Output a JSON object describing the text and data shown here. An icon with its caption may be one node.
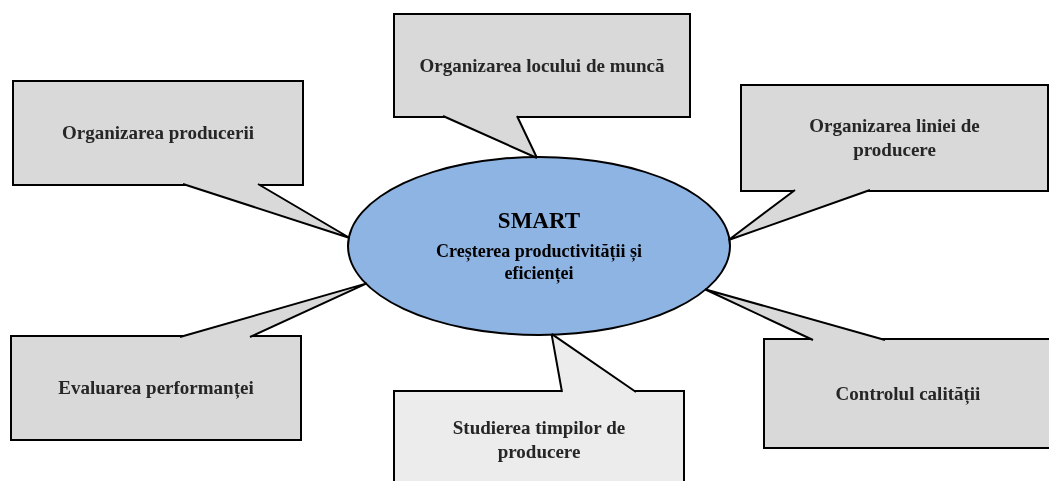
{
  "diagram": {
    "nodes": [
      {
        "text": [
          "SMART",
          "Creșterea productivității și eficienței"
        ]
      },
      {
        "text": [
          "Organizarea producerii"
        ]
      },
      {
        "text": [
          "Organizarea locului de muncă"
        ]
      },
      {
        "text": [
          "Organizarea liniei de producere"
        ]
      },
      {
        "text": [
          "Evaluarea performanței"
        ]
      },
      {
        "text": [
          "Studierea timpilor de producere"
        ]
      },
      {
        "text": [
          "Controlul calității"
        ]
      }
    ],
    "edges": [
      {
        "from": 1,
        "to": 0,
        "arrow": "none"
      },
      {
        "from": 2,
        "to": 0,
        "arrow": "none"
      },
      {
        "from": 3,
        "to": 0,
        "arrow": "none"
      },
      {
        "from": 4,
        "to": 0,
        "arrow": "none"
      },
      {
        "from": 5,
        "to": 0,
        "arrow": "none"
      },
      {
        "from": 6,
        "to": 0,
        "arrow": "none"
      }
    ]
  }
}
